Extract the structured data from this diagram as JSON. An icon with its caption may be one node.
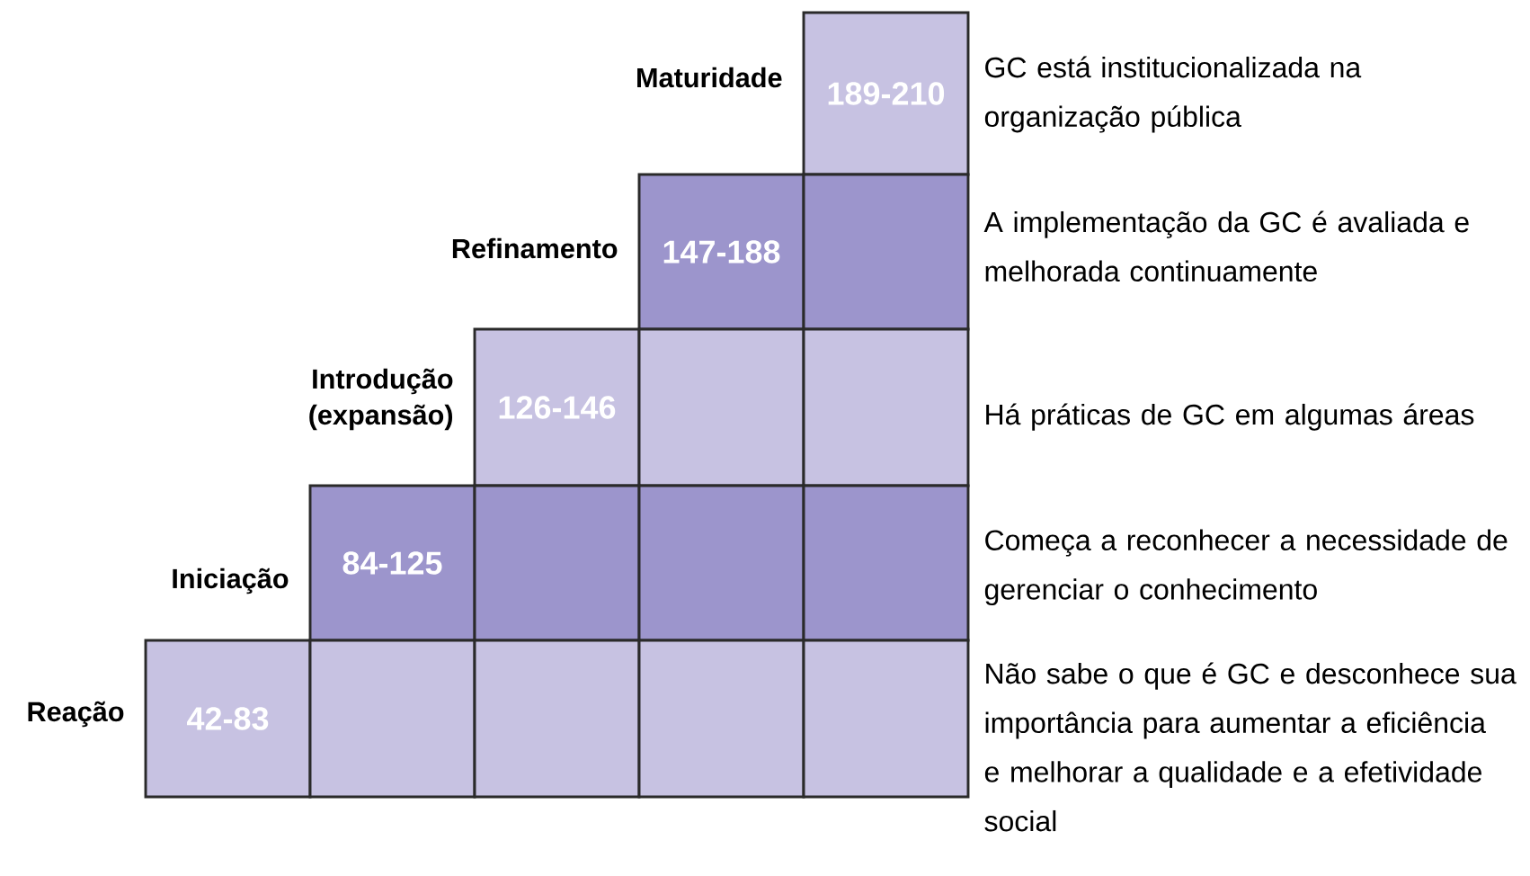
{
  "diagram": {
    "nodes": [
      {
        "text": [
          "189-210"
        ],
        "beside": [
          "Maturidade"
        ]
      },
      {
        "text": [
          "147-188"
        ],
        "beside": [
          "Refinamento"
        ]
      },
      {
        "text": [],
        "shape": "box"
      },
      {
        "text": [
          "126-146"
        ],
        "beside": [
          "Introdução (expansão)"
        ]
      },
      {
        "text": [],
        "shape": "box"
      },
      {
        "text": [],
        "shape": "box"
      },
      {
        "text": [
          "84-125"
        ],
        "beside": [
          "Iniciação"
        ]
      },
      {
        "text": [],
        "shape": "box"
      },
      {
        "text": [],
        "shape": "box"
      },
      {
        "text": [],
        "shape": "box"
      },
      {
        "text": [
          "42-83"
        ],
        "beside": [
          "Reação"
        ]
      },
      {
        "text": [],
        "shape": "box"
      },
      {
        "text": [],
        "shape": "box"
      },
      {
        "text": [],
        "shape": "box"
      },
      {
        "text": [],
        "shape": "box"
      }
    ],
    "labels": [
      "GC está institucionalizada na organização pública",
      "A implementação da GC é avaliada e melhorada continuamente",
      "Há práticas de GC em algumas áreas",
      "Começa a reconhecer a necessidade de gerenciar o conhecimento",
      "Não sabe o que é GC e desconhece sua importância para aumentar a eficiência e melhorar a qualidade e a efetividade social"
    ]
  }
}
